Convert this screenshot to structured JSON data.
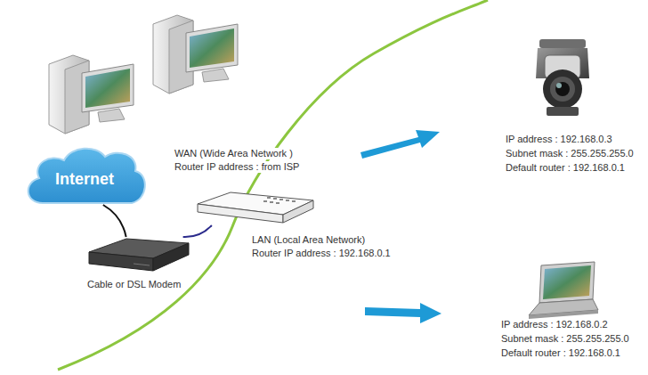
{
  "diagram": {
    "nodes": [
      {
        "text": [
          "Internet"
        ]
      },
      {
        "text": [
          "Cable or DSL Modem"
        ]
      },
      {
        "text": [
          "WAN (Wide Area Network )",
          "Router IP address : from ISP",
          "LAN (Local Area Network)",
          "Router IP address : 192.168.0.1"
        ]
      },
      {
        "text": [
          "IP address : 192.168.0.3",
          "Subnet mask : 255.255.255.0",
          "Default router : 192.168.0.1"
        ]
      },
      {
        "text": [
          "IP address : 192.168.0.2",
          "Subnet mask : 255.255.255.0",
          "Default router : 192.168.0.1"
        ]
      }
    ],
    "edges": [
      {
        "from": 0,
        "to": 1,
        "arrow": "none"
      },
      {
        "from": 1,
        "to": 2,
        "arrow": "none"
      }
    ]
  }
}
